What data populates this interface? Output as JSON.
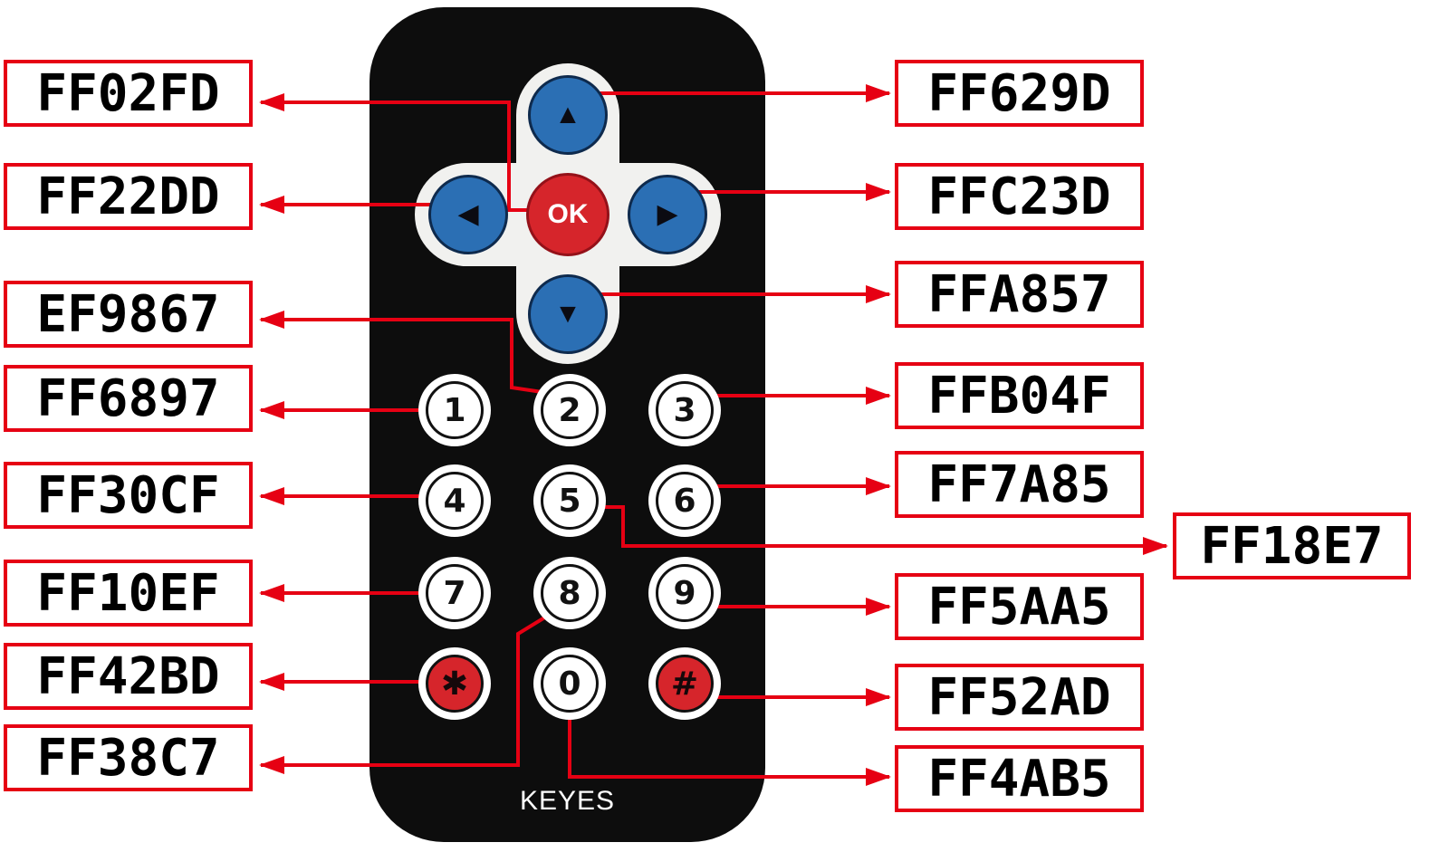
{
  "brand": "KEYES",
  "buttons": {
    "up": {
      "glyph": "▲",
      "code": "FF629D"
    },
    "left": {
      "glyph": "◀",
      "code": "FF22DD"
    },
    "ok": {
      "glyph": "OK",
      "code": "FF02FD"
    },
    "right": {
      "glyph": "▶",
      "code": "FFC23D"
    },
    "down": {
      "glyph": "▼",
      "code": "FFA857"
    },
    "key1": {
      "glyph": "1",
      "code": "FF6897"
    },
    "key2": {
      "glyph": "2",
      "code": "EF9867"
    },
    "key3": {
      "glyph": "3",
      "code": "FFB04F"
    },
    "key4": {
      "glyph": "4",
      "code": "FF30CF"
    },
    "key5": {
      "glyph": "5",
      "code": "FF18E7"
    },
    "key6": {
      "glyph": "6",
      "code": "FF7A85"
    },
    "key7": {
      "glyph": "7",
      "code": "FF10EF"
    },
    "key8": {
      "glyph": "8",
      "code": "FF38C7"
    },
    "key9": {
      "glyph": "9",
      "code": "FF5AA5"
    },
    "star": {
      "glyph": "✱",
      "code": "FF42BD"
    },
    "key0": {
      "glyph": "0",
      "code": "FF4AB5"
    },
    "hash": {
      "glyph": "#",
      "code": "FF52AD"
    }
  },
  "colors": {
    "accent_red": "#e60013",
    "button_blue": "#2b6fb4",
    "ok_red": "#d6252b",
    "remote_black": "#0d0d0d"
  }
}
